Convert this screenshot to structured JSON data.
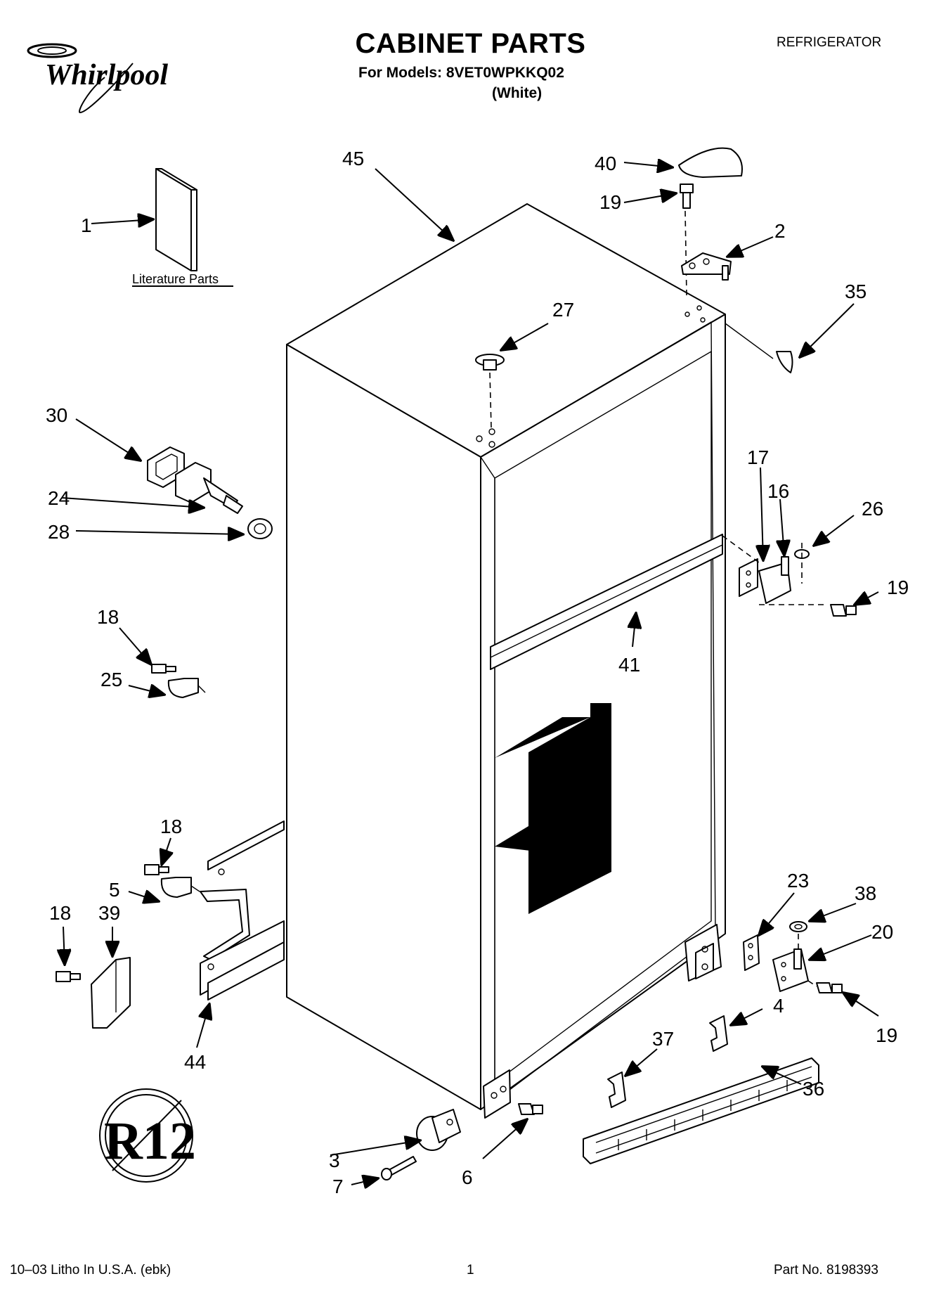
{
  "header": {
    "brand": "Whirlpool",
    "title": "CABINET PARTS",
    "models_line": "For Models: 8VET0WPKKQ02",
    "color_line": "(White)",
    "category": "REFRIGERATOR"
  },
  "diagram": {
    "literature_label": "Literature Parts",
    "callouts": {
      "c1": "1",
      "c2": "2",
      "c3": "3",
      "c4": "4",
      "c5": "5",
      "c6": "6",
      "c7": "7",
      "c16": "16",
      "c17": "17",
      "c18a": "18",
      "c18b": "18",
      "c18c": "18",
      "c19a": "19",
      "c19b": "19",
      "c19c": "19",
      "c20": "20",
      "c23": "23",
      "c24": "24",
      "c25": "25",
      "c26": "26",
      "c27": "27",
      "c28": "28",
      "c30": "30",
      "c35": "35",
      "c36": "36",
      "c37": "37",
      "c38": "38",
      "c39": "39",
      "c40": "40",
      "c41": "41",
      "c44": "44",
      "c45": "45"
    },
    "r12_badge": "R12"
  },
  "footer": {
    "litho": "10–03 Litho In U.S.A. (ebk)",
    "page": "1",
    "part_no": "Part No. 8198393"
  }
}
